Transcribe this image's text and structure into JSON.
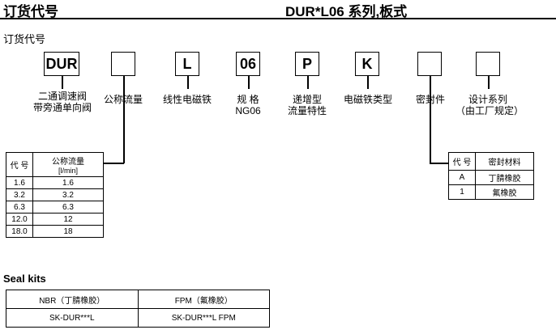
{
  "header": {
    "left_title": "订货代号",
    "right_title": "DUR*L06 系列,板式"
  },
  "section_title": "订货代号",
  "code_boxes": [
    {
      "value": "DUR",
      "label": "二通调速阀\n带旁通单向阀"
    },
    {
      "value": "",
      "label": "公称流量"
    },
    {
      "value": "L",
      "label": "线性电磁铁"
    },
    {
      "value": "06",
      "label": "规 格\nNG06"
    },
    {
      "value": "P",
      "label": "递增型\n流量特性"
    },
    {
      "value": "K",
      "label": "电磁铁类型"
    },
    {
      "value": "",
      "label": "密封件"
    },
    {
      "value": "",
      "label": "设计系列\n（由工厂规定）"
    }
  ],
  "flow_table": {
    "col1_header": "代 号",
    "col2_header": "公称流量",
    "col2_unit": "[l/min]",
    "rows": [
      [
        "1.6",
        "1.6"
      ],
      [
        "3.2",
        "3.2"
      ],
      [
        "6.3",
        "6.3"
      ],
      [
        "12.0",
        "12"
      ],
      [
        "18.0",
        "18"
      ]
    ]
  },
  "seal_table": {
    "col1_header": "代 号",
    "col2_header": "密封材料",
    "rows": [
      [
        "A",
        "丁腈橡胶"
      ],
      [
        "1",
        "氟橡胶"
      ]
    ]
  },
  "seal_kits": {
    "title": "Seal kits",
    "headers": [
      "NBR（丁腈橡胶）",
      "FPM（氟橡胶）"
    ],
    "values": [
      "SK-DUR***L",
      "SK-DUR***L FPM"
    ]
  }
}
